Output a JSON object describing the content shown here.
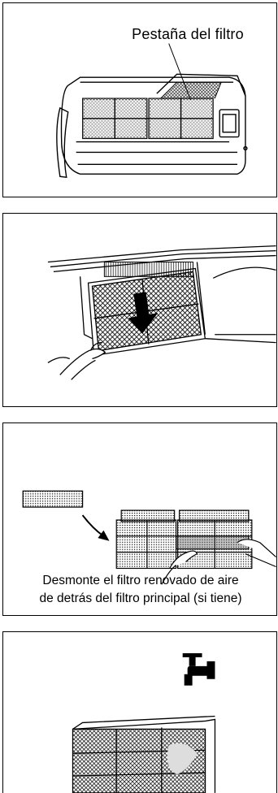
{
  "panel1": {
    "label": "Pestaña del filtro"
  },
  "panel3": {
    "caption_line1": "Desmonte el filtro renovado de aire",
    "caption_line2": "de detrás del filtro principal (si tiene)"
  }
}
